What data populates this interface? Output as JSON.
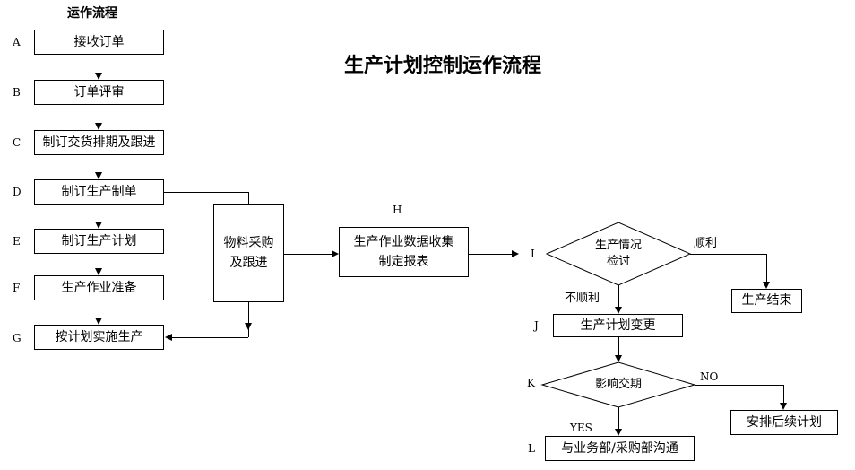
{
  "title": "生产计划控制运作流程",
  "column_header": "运作流程",
  "main_flow": [
    {
      "key": "A",
      "label": "接收订单"
    },
    {
      "key": "B",
      "label": "订单评审"
    },
    {
      "key": "C",
      "label": "制订交货排期及跟进"
    },
    {
      "key": "D",
      "label": "制订生产制单"
    },
    {
      "key": "E",
      "label": "制订生产计划"
    },
    {
      "key": "F",
      "label": "生产作业准备"
    },
    {
      "key": "G",
      "label": "按计划实施生产"
    }
  ],
  "material_node": {
    "line1": "物料采购",
    "line2": "及跟进"
  },
  "data_node": {
    "key": "H",
    "line1": "生产作业数据收集",
    "line2": "制定报表"
  },
  "review_decision": {
    "key": "I",
    "line1": "生产情况",
    "line2": "检讨",
    "yes_label": "顺利",
    "no_label": "不顺利"
  },
  "end_node": {
    "label": "生产结束"
  },
  "change_node": {
    "key": "J",
    "label": "生产计划变更"
  },
  "delivery_decision": {
    "key": "K",
    "label": "影响交期",
    "no_label": "NO",
    "yes_label": "YES"
  },
  "followup_node": {
    "label": "安排后续计划"
  },
  "communicate_node": {
    "key": "L",
    "label": "与业务部/采购部沟通"
  },
  "colors": {
    "stroke": "#000000",
    "background": "#ffffff"
  }
}
